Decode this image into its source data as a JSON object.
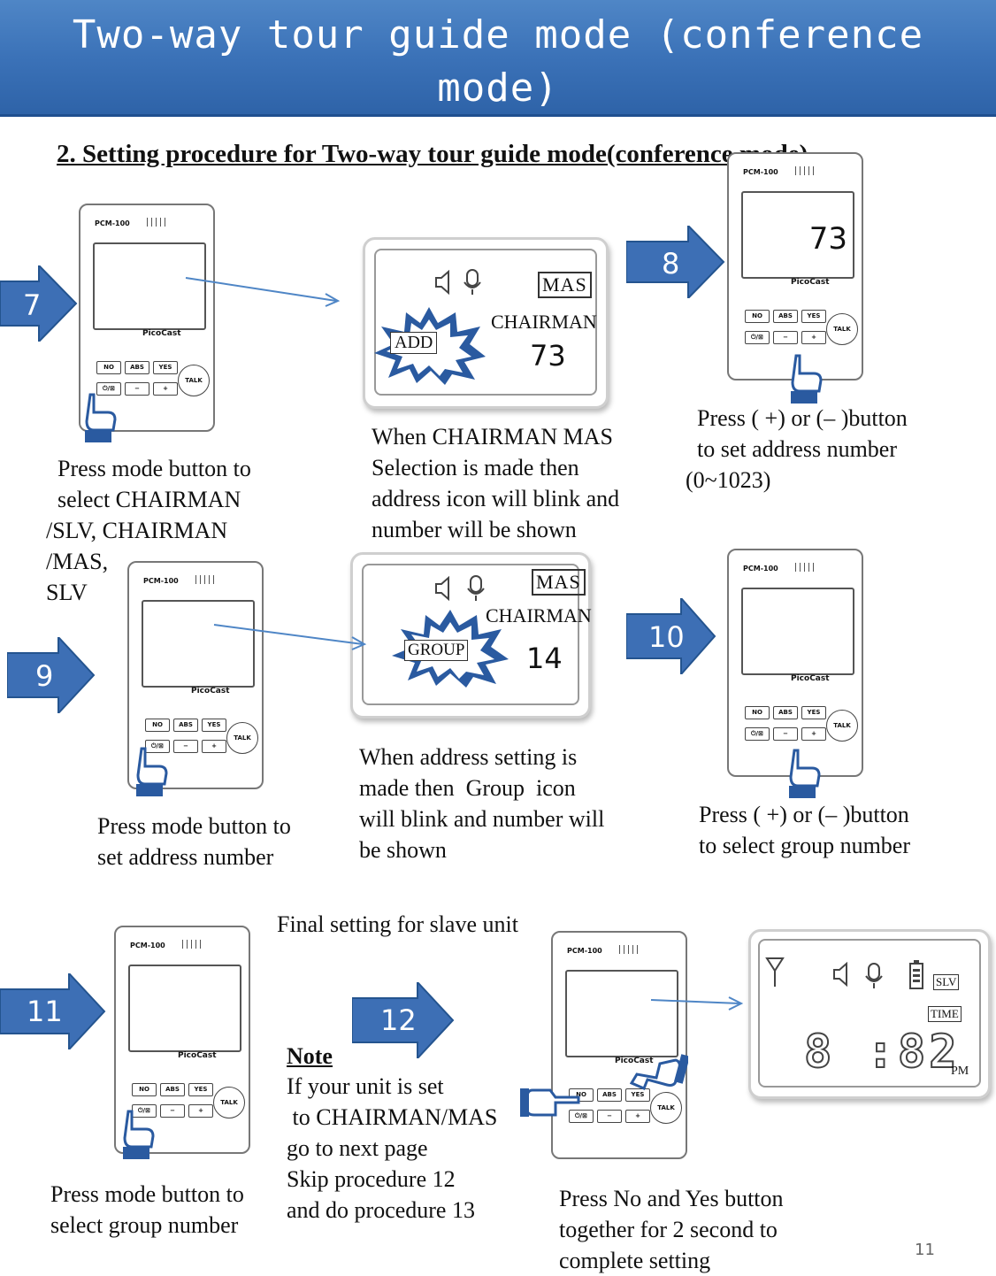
{
  "banner": {
    "line1": "Two-way tour guide mode (conference",
    "line2": "mode)"
  },
  "subtitle": "2. Setting procedure for Two-way tour guide mode(conference mode)",
  "steps": {
    "s7": "7",
    "s8": "8",
    "s9": "9",
    "s10": "10",
    "s11": "11",
    "s12": "12"
  },
  "device": {
    "model": "PCM-100",
    "brand": "PicoCast",
    "btn_no": "NO",
    "btn_abs": "ABS",
    "btn_yes": "YES",
    "btn_power": "⏻/⊠",
    "btn_minus": "−",
    "btn_plus": "+",
    "btn_talk": "TALK"
  },
  "lcd1": {
    "mas": "MAS",
    "chairman": "CHAIRMAN",
    "burst": "ADD",
    "number": "73"
  },
  "device8_number": "73",
  "lcd2": {
    "mas": "MAS",
    "chairman": "CHAIRMAN",
    "burst": "GROUP",
    "number": "14"
  },
  "lcd3": {
    "slv": "SLV",
    "time": "TIME",
    "clock": "8 :82",
    "pm": "PM"
  },
  "captions": {
    "c7": "  Press mode button to\n  select CHAIRMAN\n/SLV, CHAIRMAN\n/MAS,\nSLV",
    "c7b": "When CHAIRMAN MAS\nSelection is made then\naddress icon will blink and\nnumber will be shown",
    "c8": "  Press ( +) or (– )button\n  to set address number\n(0~1023)",
    "c9": "Press mode button to\nset address number",
    "c9b": "When address setting is\nmade then  Group  icon\nwill blink and number will\nbe shown",
    "c10": "Press ( +) or (– )button\nto select group number",
    "final": "Final setting for slave unit",
    "note_title": "Note",
    "note_body": "If your unit is set\n to CHAIRMAN/MAS\ngo to next page\nSkip procedure 12\nand do procedure 13",
    "c11": "Press mode button to\nselect group number",
    "c12": "Press No and Yes button\ntogether for 2 second to\ncomplete setting"
  },
  "page_number": "11"
}
